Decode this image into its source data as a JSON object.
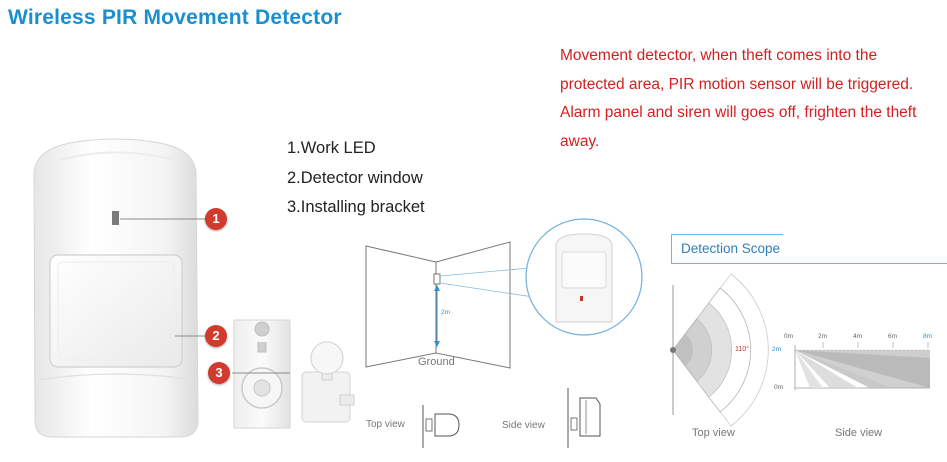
{
  "title": "Wireless PIR Movement Detector",
  "description": [
    "Movement detector, when theft comes into the",
    "protected area, PIR motion sensor will be triggered.",
    "Alarm panel and siren will goes off, frighten the theft",
    "away."
  ],
  "legend": [
    "1.Work LED",
    "2.Detector window",
    "3.Installing bracket"
  ],
  "callouts": [
    "1",
    "2",
    "3"
  ],
  "room_diagram": {
    "height_label": "2m",
    "floor_label": "Ground"
  },
  "mount_views": {
    "top_view": "Top view",
    "side_view": "Side view"
  },
  "detection_scope": {
    "heading": "Detection Scope",
    "angle_label": "110°",
    "distance_ticks": [
      "0m",
      "2m",
      "4m",
      "6m",
      "8m"
    ],
    "height_ticks": [
      "2m",
      "0m"
    ],
    "top_view": "Top view",
    "side_view": "Side view"
  },
  "colors": {
    "title": "#1a8fd0",
    "description": "#d32020",
    "callout": "#d23a2e",
    "accent_line": "#6fb3d9"
  }
}
